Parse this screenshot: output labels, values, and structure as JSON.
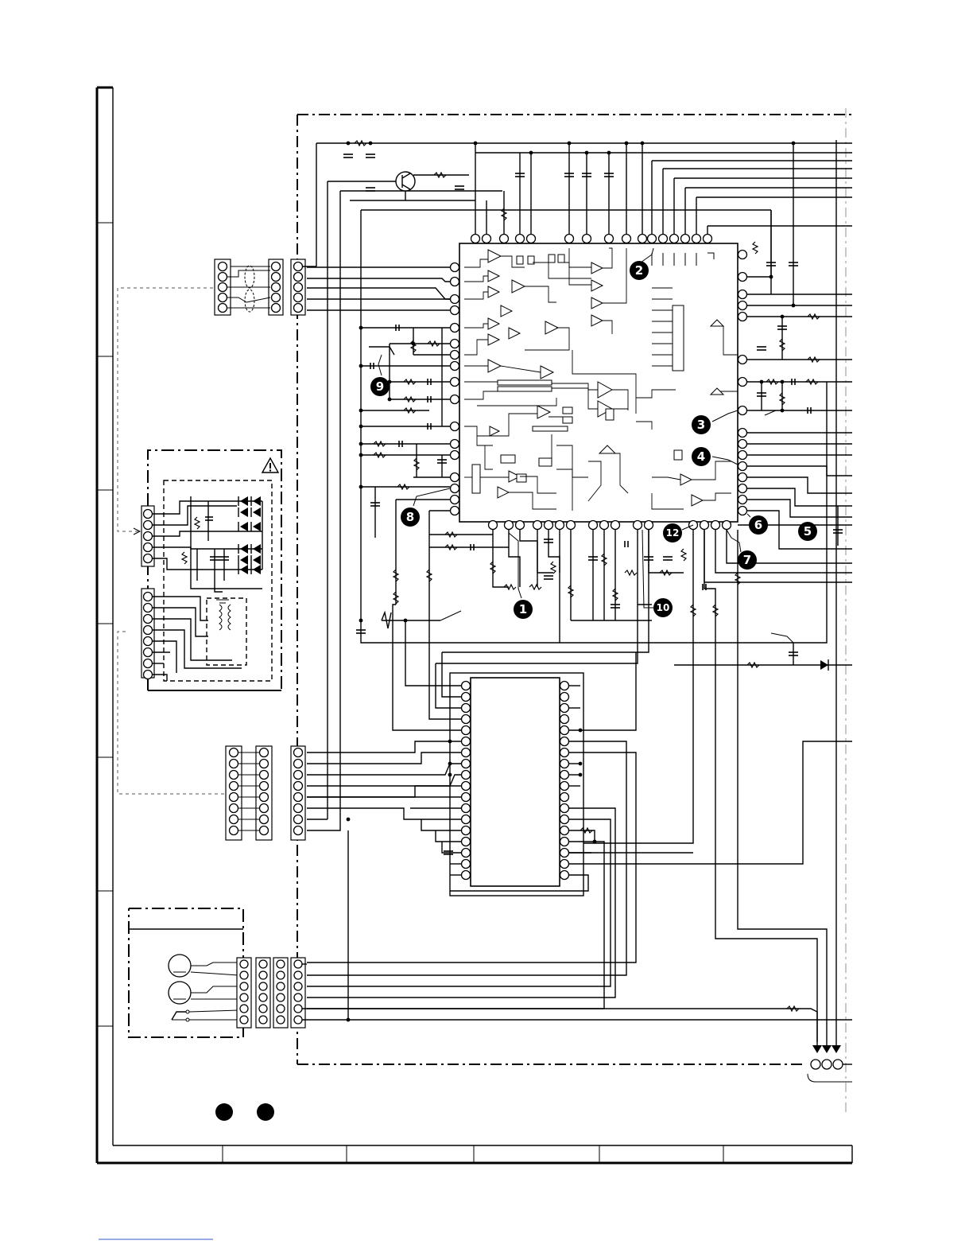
{
  "diagram": {
    "type": "electronic-schematic",
    "markers": [
      {
        "id": 1,
        "label": "1"
      },
      {
        "id": 2,
        "label": "2"
      },
      {
        "id": 3,
        "label": "3"
      },
      {
        "id": 4,
        "label": "4"
      },
      {
        "id": 5,
        "label": "5"
      },
      {
        "id": 6,
        "label": "6"
      },
      {
        "id": 7,
        "label": "7"
      },
      {
        "id": 8,
        "label": "8"
      },
      {
        "id": 9,
        "label": "9"
      },
      {
        "id": 10,
        "label": "10"
      },
      {
        "id": 12,
        "label": "12"
      }
    ],
    "legend_dots": [
      {
        "id": "dot-a"
      },
      {
        "id": "dot-b"
      }
    ],
    "warning_icon": "caution-triangle-icon"
  }
}
